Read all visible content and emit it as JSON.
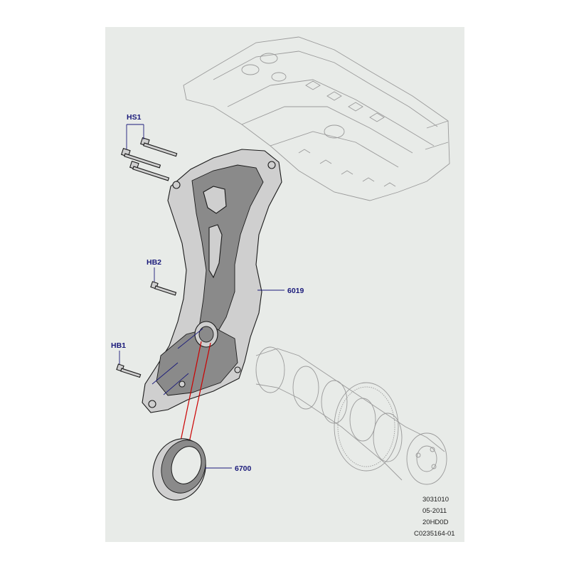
{
  "callouts": {
    "hs1": "HS1",
    "hb2": "HB2",
    "hb1": "HB1",
    "cover": "6019",
    "seal": "6700"
  },
  "info": {
    "line1": "3031010",
    "line2": "05-2011",
    "line3": "20HD0D",
    "line4": "C0235164-01"
  },
  "colors": {
    "callout": "#1a1a7a",
    "background": "#e8ebe8",
    "seal_guide": "#cc0000"
  }
}
